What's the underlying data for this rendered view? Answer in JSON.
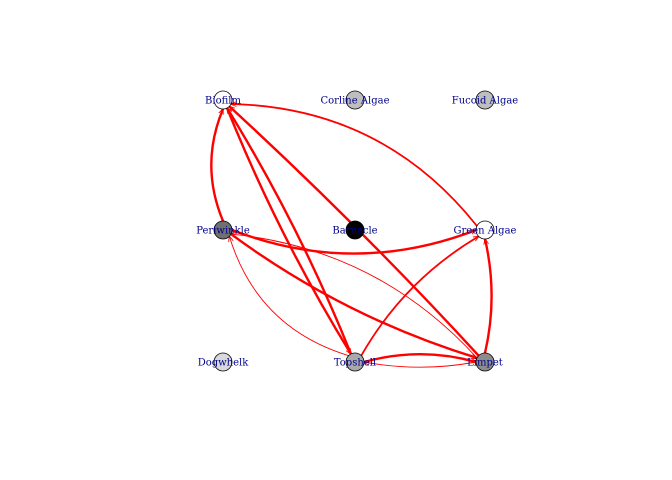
{
  "diagram": {
    "edge_color": "#ff0000",
    "label_color": "#00008b",
    "nodes": [
      {
        "id": "biofilm",
        "label": "Biofilm",
        "fill": "#ffffff"
      },
      {
        "id": "coralline",
        "label": "Corline Algae",
        "fill": "#bebebe"
      },
      {
        "id": "fucoid",
        "label": "Fucoid Algae",
        "fill": "#bebebe"
      },
      {
        "id": "periwinkle",
        "label": "Periwinkle",
        "fill": "#707070"
      },
      {
        "id": "barnacle",
        "label": "Barnacle",
        "fill": "#000000"
      },
      {
        "id": "green",
        "label": "Green Algae",
        "fill": "#ffffff"
      },
      {
        "id": "dogwhelk",
        "label": "Dogwhelk",
        "fill": "#d9d9d9"
      },
      {
        "id": "topshell",
        "label": "Topshell",
        "fill": "#a9a9a9"
      },
      {
        "id": "limpet",
        "label": "Limpet",
        "fill": "#8c8c8c"
      }
    ],
    "edges": [
      {
        "from": "periwinkle",
        "to": "biofilm",
        "weight": "heavy"
      },
      {
        "from": "topshell",
        "to": "biofilm",
        "weight": "heavy"
      },
      {
        "from": "limpet",
        "to": "biofilm",
        "weight": "heavy"
      },
      {
        "from": "biofilm",
        "to": "topshell",
        "weight": "heavy"
      },
      {
        "from": "green",
        "to": "biofilm",
        "weight": "medium"
      },
      {
        "from": "periwinkle",
        "to": "green",
        "weight": "heavy"
      },
      {
        "from": "topshell",
        "to": "green",
        "weight": "medium"
      },
      {
        "from": "limpet",
        "to": "green",
        "weight": "heavy"
      },
      {
        "from": "periwinkle",
        "to": "limpet",
        "weight": "heavy"
      },
      {
        "from": "limpet",
        "to": "periwinkle",
        "weight": "thin"
      },
      {
        "from": "topshell",
        "to": "periwinkle",
        "weight": "thin"
      },
      {
        "from": "topshell",
        "to": "limpet",
        "weight": "heavy"
      },
      {
        "from": "limpet",
        "to": "topshell",
        "weight": "thin"
      }
    ]
  }
}
